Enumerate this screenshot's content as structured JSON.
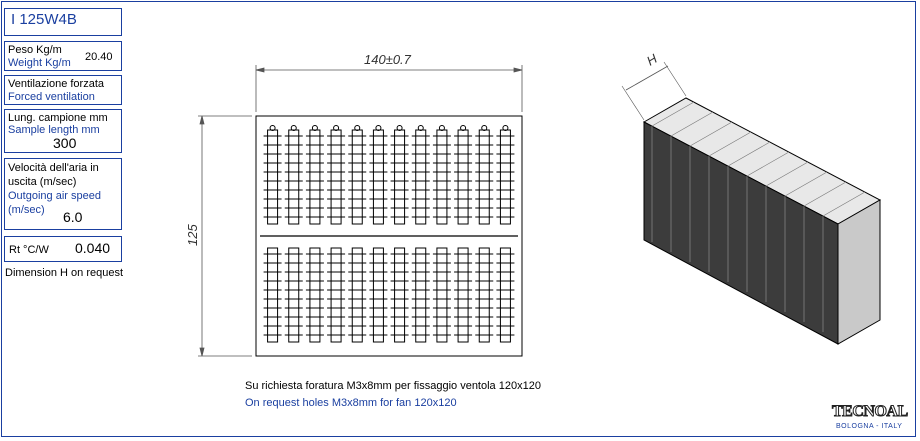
{
  "model": "I 125W4B",
  "weight": {
    "label_it": "Peso Kg/m",
    "label_en": "Weight Kg/m",
    "value": "20.40"
  },
  "ventilation": {
    "label_it": "Ventilazione forzata",
    "label_en": "Forced ventilation"
  },
  "sample_length": {
    "label_it": "Lung. campione mm",
    "label_en": "Sample length mm",
    "value": "300"
  },
  "air_speed": {
    "label_it_1": "Velocità dell'aria in",
    "label_it_2": "uscita (m/sec)",
    "label_en_1": "Outgoing air speed",
    "label_en_2": "(m/sec)",
    "value": "6.0"
  },
  "rt": {
    "label": "Rt °C/W",
    "value": "0.040"
  },
  "dimension_note": "Dimension H on request",
  "dims": {
    "width": "140±0.7",
    "height": "125",
    "h": "H"
  },
  "note_it": "Su richiesta foratura M3x8mm per fissaggio ventola 120x120",
  "note_en": "On request holes M3x8mm for fan 120x120",
  "brand": {
    "name": "TECNOAL",
    "location": "BOLOGNA - ITALY"
  }
}
